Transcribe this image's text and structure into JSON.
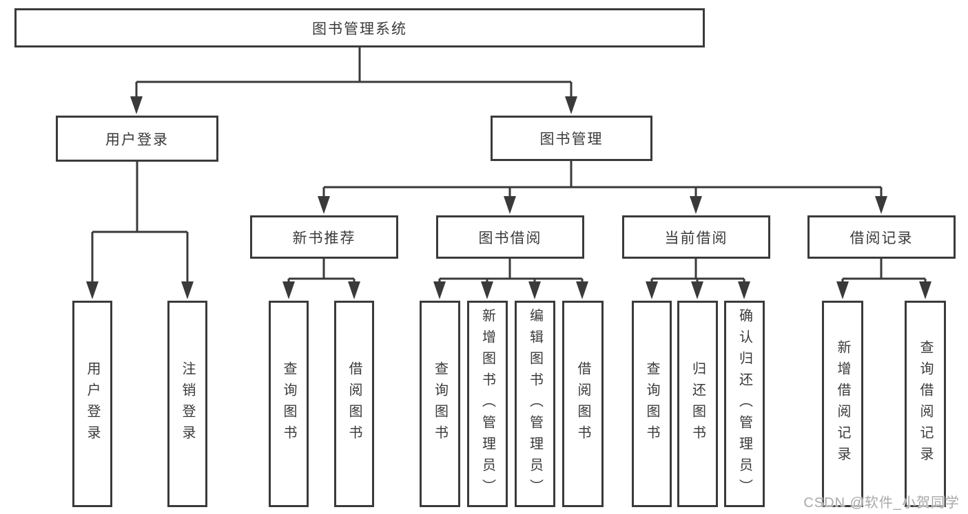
{
  "diagram": {
    "root_label": "图书管理系统",
    "level2": [
      {
        "label": "用户登录",
        "children": [
          {
            "label": "用户登录"
          },
          {
            "label": "注销登录"
          }
        ]
      },
      {
        "label": "图书管理",
        "groups": [
          {
            "label": "新书推荐",
            "children": [
              {
                "label": "查询图书"
              },
              {
                "label": "借阅图书"
              }
            ]
          },
          {
            "label": "图书借阅",
            "children": [
              {
                "label": "查询图书"
              },
              {
                "label": "新增图书（管理员）"
              },
              {
                "label": "编辑图书（管理员）"
              },
              {
                "label": "借阅图书"
              }
            ]
          },
          {
            "label": "当前借阅",
            "children": [
              {
                "label": "查询图书"
              },
              {
                "label": "归还图书"
              },
              {
                "label": "确认归还（管理员）"
              }
            ]
          },
          {
            "label": "借阅记录",
            "children": [
              {
                "label": "新增借阅记录"
              },
              {
                "label": "查询借阅记录"
              }
            ]
          }
        ]
      }
    ]
  },
  "watermark": {
    "text": "CSDN @软件_小贺同学",
    "color": "#a9a9a9"
  },
  "colors": {
    "line": "#3a3a3a",
    "box_fill": "#ffffff",
    "background": "#ffffff",
    "text": "#3a3a3a"
  }
}
